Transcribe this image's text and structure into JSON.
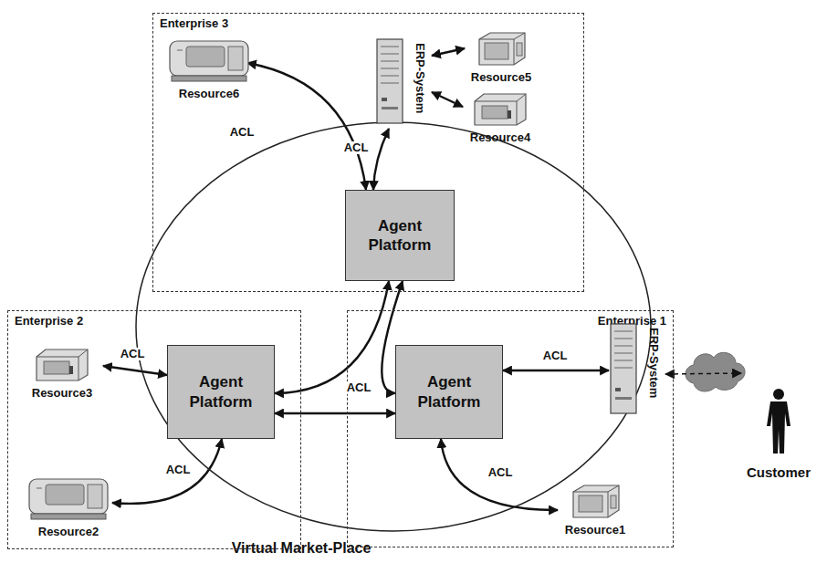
{
  "diagram": {
    "nodes": [
      {
        "text": [
          "Virtual Market-Place"
        ]
      },
      {
        "text": [
          "Enterprise 3"
        ]
      },
      {
        "text": [
          "Resource6"
        ],
        "in": 1
      },
      {
        "text": [
          "ERP-System"
        ],
        "in": 1
      },
      {
        "text": [
          "Resource5"
        ],
        "in": 1
      },
      {
        "text": [
          "Resource4"
        ],
        "in": 1
      },
      {
        "text": [
          "Agent Platform"
        ],
        "in": 1
      },
      {
        "text": [
          "Enterprise 2"
        ]
      },
      {
        "text": [
          "Resource3"
        ],
        "in": 7
      },
      {
        "text": [
          "Agent Platform"
        ],
        "in": 7
      },
      {
        "text": [
          "Resource2"
        ],
        "in": 7
      },
      {
        "text": [
          "Enterprise 1"
        ]
      },
      {
        "text": [
          "Agent Platform"
        ],
        "in": 11
      },
      {
        "text": [
          "ERP-System"
        ],
        "in": 11
      },
      {
        "text": [
          "Resource1"
        ],
        "in": 11
      },
      {
        "text": [
          "Customer"
        ]
      }
    ],
    "edges": [
      {
        "from": 2,
        "to": 6,
        "label": "ACL",
        "arrow": "both"
      },
      {
        "from": 3,
        "to": 6,
        "label": "ACL",
        "arrow": "both"
      },
      {
        "from": 3,
        "to": 4,
        "arrow": "both"
      },
      {
        "from": 3,
        "to": 5,
        "arrow": "both"
      },
      {
        "from": 6,
        "to": 9,
        "arrow": "both"
      },
      {
        "from": 6,
        "to": 12,
        "arrow": "both"
      },
      {
        "from": 9,
        "to": 12,
        "label": "ACL",
        "arrow": "both"
      },
      {
        "from": 8,
        "to": 9,
        "label": "ACL",
        "arrow": "both"
      },
      {
        "from": 10,
        "to": 9,
        "label": "ACL",
        "arrow": "both"
      },
      {
        "from": 12,
        "to": 13,
        "label": "ACL",
        "arrow": "both"
      },
      {
        "from": 12,
        "to": 14,
        "label": "ACL",
        "arrow": "both"
      },
      {
        "from": 13,
        "to": 15,
        "arrow": "both"
      }
    ]
  }
}
